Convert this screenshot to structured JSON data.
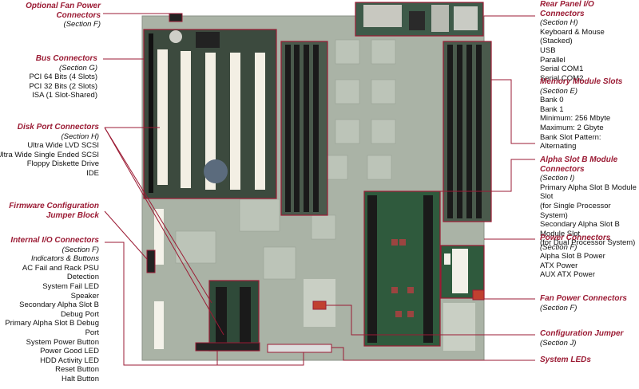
{
  "callouts_left": [
    {
      "id": "optfan",
      "title": "Optional Fan Power Connectors",
      "section": "(Section F)",
      "items": []
    },
    {
      "id": "bus",
      "title": "Bus Connectors",
      "section": "(Section G)",
      "items": [
        "PCI 64 Bits (4 Slots)",
        "PCI 32 Bits (2 Slots)",
        "ISA (1 Slot-Shared)"
      ]
    },
    {
      "id": "disk",
      "title": "Disk Port Connectors",
      "section": "(Section H)",
      "items": [
        "Ultra Wide LVD SCSI",
        "Ultra Wide Single Ended SCSI",
        "Floppy Diskette Drive",
        "IDE"
      ]
    },
    {
      "id": "firmware",
      "title": "Firmware Configuration Jumper Block",
      "section": "",
      "items": []
    },
    {
      "id": "internal",
      "title": "Internal I/O Connectors",
      "section": "(Section F)",
      "items": [
        "Indicators & Buttons",
        "AC Fail and Rack PSU Detection",
        "System Fail LED",
        "Speaker",
        "Secondary Alpha Slot B Debug Port",
        "Primary Alpha Slot B Debug Port",
        "System Power Button",
        "Power Good LED",
        "HDD Activity LED",
        "Reset Button",
        "Halt Button"
      ]
    }
  ],
  "callouts_right": [
    {
      "id": "rear",
      "title": "Rear Panel I/O Connectors",
      "section": "(Section H)",
      "items": [
        "Keyboard & Mouse (Stacked)",
        "USB",
        "Parallel",
        "Serial COM1",
        "Serial COM2"
      ]
    },
    {
      "id": "memory",
      "title": "Memory Module Slots",
      "section": "(Section E)",
      "items": [
        "Bank 0",
        "Bank 1",
        "Minimum: 256 Mbyte",
        "Maximum: 2 Gbyte",
        "Bank Slot Pattern: Alternating"
      ]
    },
    {
      "id": "alpha",
      "title": "Alpha Slot B Module Connectors",
      "section": "(Section I)",
      "items": [
        "Primary Alpha Slot B Module Slot",
        "(for Single Processor System)",
        "Secondary Alpha Slot B Module Slot",
        "(for Dual Processor System)"
      ]
    },
    {
      "id": "power",
      "title": "Power Connectors",
      "section": "(Section F)",
      "items": [
        "Alpha Slot B Power",
        "ATX Power",
        "AUX ATX Power"
      ]
    },
    {
      "id": "fanpwr",
      "title": "Fan Power Connectors",
      "section": "(Section F)",
      "items": []
    },
    {
      "id": "config",
      "title": "Configuration Jumper",
      "section": "(Section J)",
      "items": []
    },
    {
      "id": "leds",
      "title": "System LEDs",
      "section": "",
      "items": []
    }
  ],
  "colors": {
    "accent": "#9b1b34",
    "board": "#a9b0a3",
    "highlight": "#2f5a3d"
  }
}
